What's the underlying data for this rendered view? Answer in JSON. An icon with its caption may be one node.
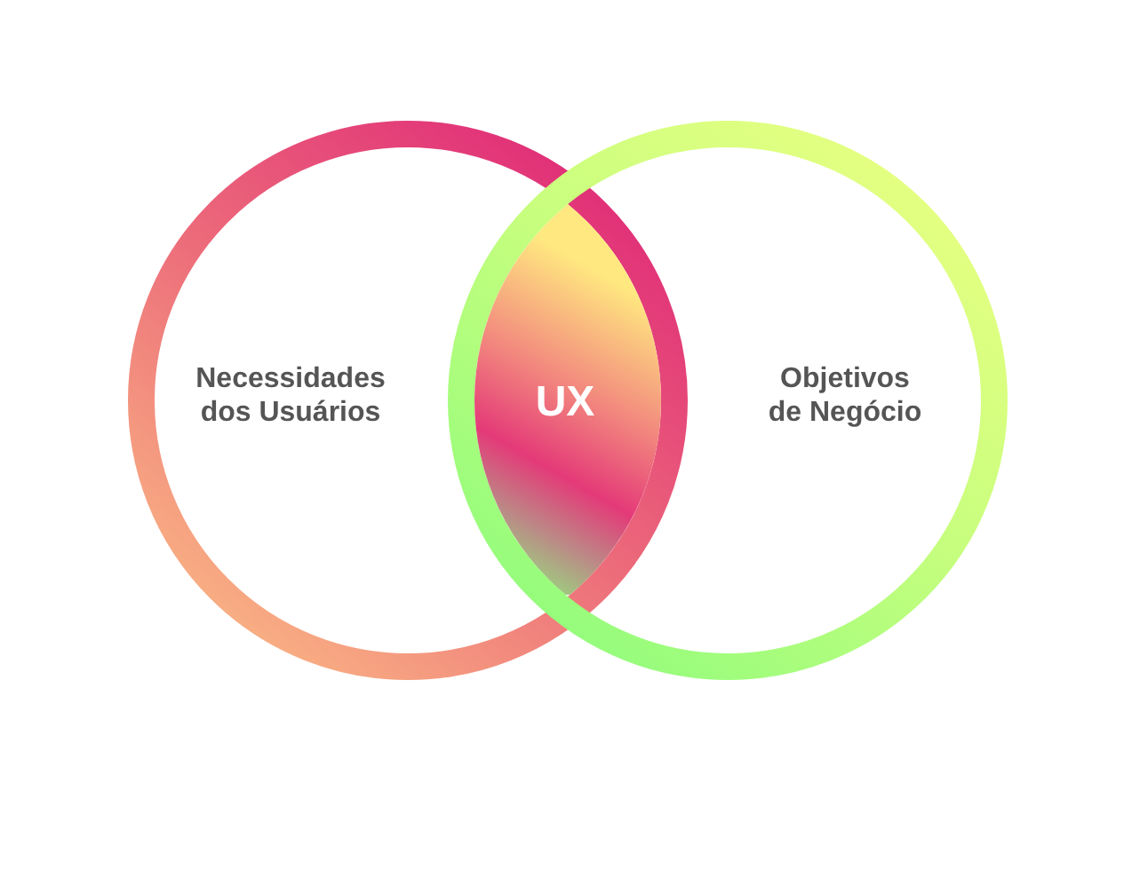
{
  "diagram": {
    "nodes": [
      {
        "text": [
          "Necessidades dos Usuários"
        ]
      },
      {
        "text": [
          "UX"
        ]
      },
      {
        "text": [
          "Objetivos de Negócio"
        ]
      }
    ]
  }
}
